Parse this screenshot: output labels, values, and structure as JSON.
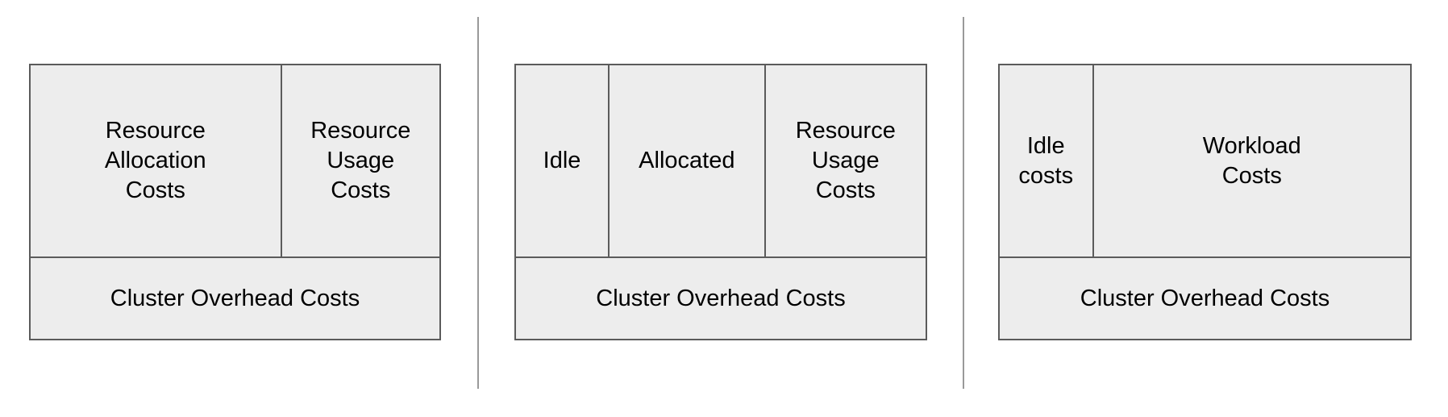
{
  "colors": {
    "box_fill": "#ededed",
    "box_border": "#5b5b5b",
    "separator": "#999999",
    "text": "#000000",
    "page_bg": "#ffffff"
  },
  "panels": [
    {
      "name": "allocation-vs-usage",
      "top_cells": [
        {
          "label": "Resource\nAllocation\nCosts"
        },
        {
          "label": "Resource\nUsage\nCosts"
        }
      ],
      "bottom_cell": {
        "label": "Cluster Overhead Costs"
      }
    },
    {
      "name": "idle-allocated-usage",
      "top_cells": [
        {
          "label": "Idle"
        },
        {
          "label": "Allocated"
        },
        {
          "label": "Resource\nUsage\nCosts"
        }
      ],
      "bottom_cell": {
        "label": "Cluster Overhead Costs"
      }
    },
    {
      "name": "idle-vs-workload",
      "top_cells": [
        {
          "label": "Idle\ncosts"
        },
        {
          "label": "Workload\nCosts"
        }
      ],
      "bottom_cell": {
        "label": "Cluster Overhead Costs"
      }
    }
  ]
}
